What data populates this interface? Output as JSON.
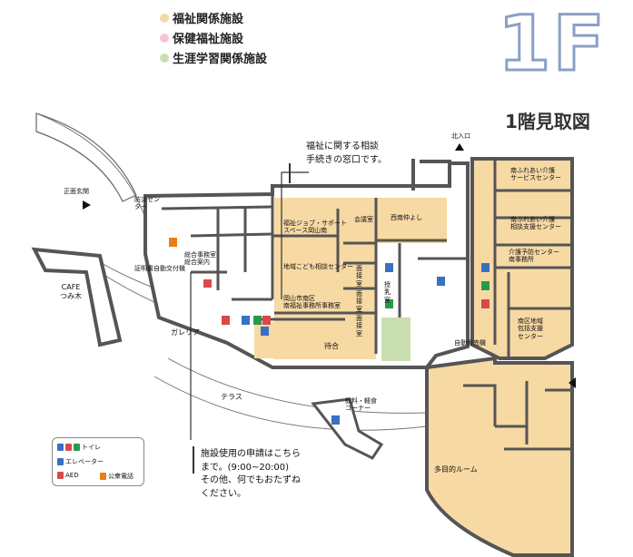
{
  "legend": [
    {
      "label": "福祉関係施設",
      "color": "#f7d9a4"
    },
    {
      "label": "保健福祉施設",
      "color": "#f6c6d6"
    },
    {
      "label": "生涯学習関係施設",
      "color": "#c9dfb0"
    }
  ],
  "floor": {
    "big": "1F",
    "sub": "1階見取図"
  },
  "rooms": {
    "shoumen": "正面玄関",
    "bousai": "防災センター",
    "shoumeisho": "証明書自動交付機",
    "sougou": "総合事務室\n総合案内",
    "fukushi_job": "福祉ジョブ・サポート\nスペース岡山南",
    "kaigi": "会議室",
    "nishi": "西南仲よし",
    "chiiki": "地域こども相談センター",
    "mensetsu1": "面接室",
    "mensetsu2": "面接室",
    "mensetsu3": "面接室",
    "minami": "岡山市南区\n南福祉事務所事務室",
    "junyu": "授乳室",
    "machiai": "待合",
    "galeria": "ガレリア",
    "terrace": "テラス",
    "cafe": "CAFE\nつみ木",
    "inryou": "飲料・軽食\nコーナー",
    "jidou": "自動販売機",
    "kitairi": "北入口",
    "fureai1": "南ふれあい介護\nサービスセンター",
    "fureai2": "南ふれあい介護\n相談支援センター",
    "kaigo_yobo": "介護予防センター\n南事務所",
    "houkatsu": "南区地域\n包括支援\nセンター",
    "tamokuteki": "多目的ルーム"
  },
  "notes": {
    "top": "福祉に関する相談\n手続きの窓口です。",
    "bottom": "施設使用の申請はこちら\nまで。(9:00~20:00)\nその他、何でもおたずね\nください。"
  },
  "key": {
    "toilet": "トイレ",
    "elevator": "エレベーター",
    "aed": "AED",
    "phone": "公衆電話"
  },
  "colors": {
    "yellow": "#f7d9a4",
    "green": "#c9dfb0",
    "wall": "#555555"
  }
}
